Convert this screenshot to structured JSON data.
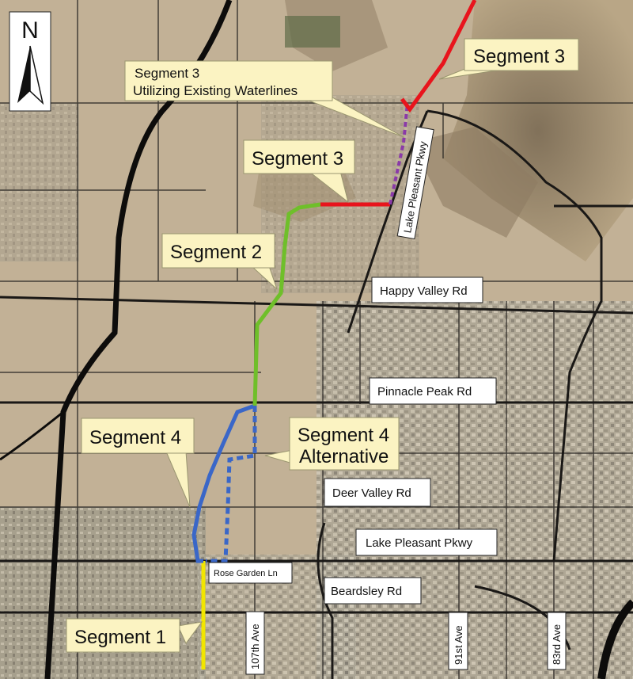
{
  "map": {
    "north_label": "N",
    "callouts": {
      "segment3_existing_line1": "Segment 3",
      "segment3_existing_line2": "Utilizing Existing Waterlines",
      "segment3_top": "Segment 3",
      "segment3_mid": "Segment 3",
      "segment2": "Segment 2",
      "segment4": "Segment 4",
      "segment4_alt_line1": "Segment 4",
      "segment4_alt_line2": "Alternative",
      "segment1": "Segment 1"
    },
    "street_labels": {
      "lake_pleasant_pkwy_vertical": "Lake Pleasant Pkwy",
      "happy_valley_rd": "Happy Valley Rd",
      "pinnacle_peak_rd": "Pinnacle Peak Rd",
      "deer_valley_rd": "Deer Valley Rd",
      "lake_pleasant_pkwy": "Lake Pleasant Pkwy",
      "rose_garden_ln": "Rose Garden Ln",
      "beardsley_rd": "Beardsley Rd",
      "ave_107th": "107th Ave",
      "ave_91st": "91st Ave",
      "ave_83rd": "83rd Ave"
    },
    "segment_colors": {
      "segment1": "#f2e600",
      "segment2": "#6fbf2a",
      "segment3": "#e8141c",
      "segment3_existing": "#8a3aa8",
      "segment4": "#3a67c8",
      "callout_fill": "#fbf3c2"
    }
  }
}
